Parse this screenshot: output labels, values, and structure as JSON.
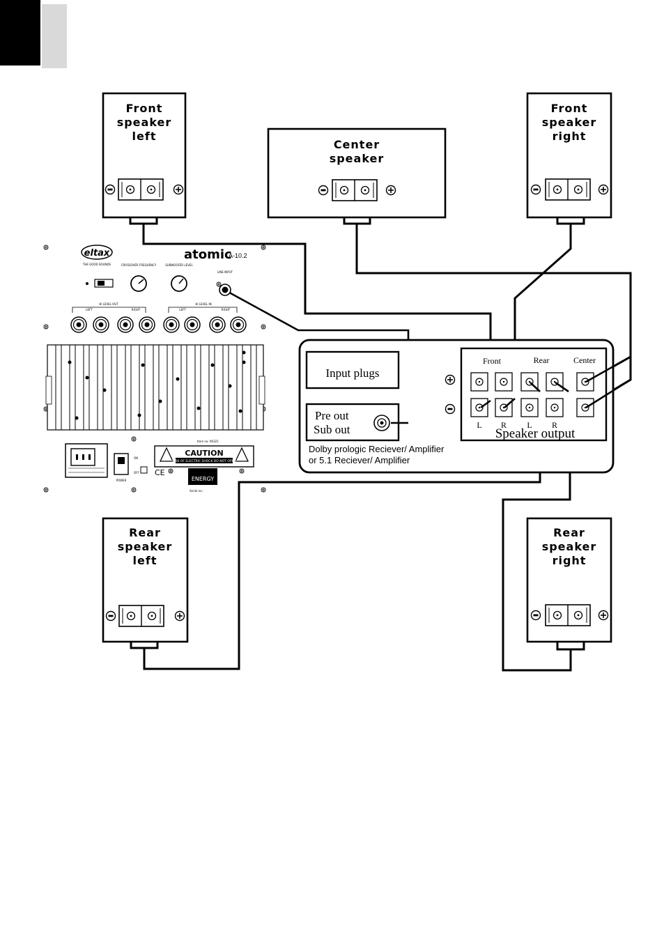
{
  "speakers": {
    "front_left": [
      "Front",
      "speaker",
      "left"
    ],
    "center": [
      "Center",
      "speaker"
    ],
    "front_right": [
      "Front",
      "speaker",
      "right"
    ],
    "rear_left": [
      "Rear",
      "speaker",
      "left"
    ],
    "rear_right": [
      "Rear",
      "speaker",
      "right"
    ]
  },
  "subwoofer_panel": {
    "brand_logo": "eltax",
    "brand_tagline": "THE GOOD SOUNDS",
    "model_logo": "atomic",
    "model_number": "A-10.2",
    "crossover_label": "CROSSOVER FREQUENCY",
    "subwoofer_level_label": "SUBWOOFER LEVEL",
    "line_input_label": "LINE INPUT",
    "hi_level_out_label": "HI LEVEL OUT",
    "hi_level_in_label": "HI LEVEL IN",
    "left_tag": "LEFT",
    "right_tag": "RIGHT",
    "caution_title": "CAUTION",
    "caution_sub": "RISK OF ELECTRIC SHOCK DO NOT OPEN",
    "item_no": "Item no: 90321",
    "serial_no": "Serial no.:",
    "power_label": "POWER",
    "on_label": "ON",
    "off_label": "OFF",
    "ce_mark": "CE",
    "energy_label": "ENERGY"
  },
  "receiver": {
    "input_plugs": "Input plugs",
    "pre_out_line1": "Pre out",
    "pre_out_line2": "Sub out",
    "description_line1": "Dolby prologic Reciever/ Amplifier",
    "description_line2": "or 5.1 Reciever/ Amplifier",
    "group_front": "Front",
    "group_rear": "Rear",
    "group_center": "Center",
    "channel_labels": [
      "L",
      "R",
      "L",
      "R"
    ],
    "speaker_output": "Speaker output"
  },
  "symbols": {
    "plus_icon": "plus-circle-icon",
    "minus_icon": "minus-circle-icon"
  }
}
